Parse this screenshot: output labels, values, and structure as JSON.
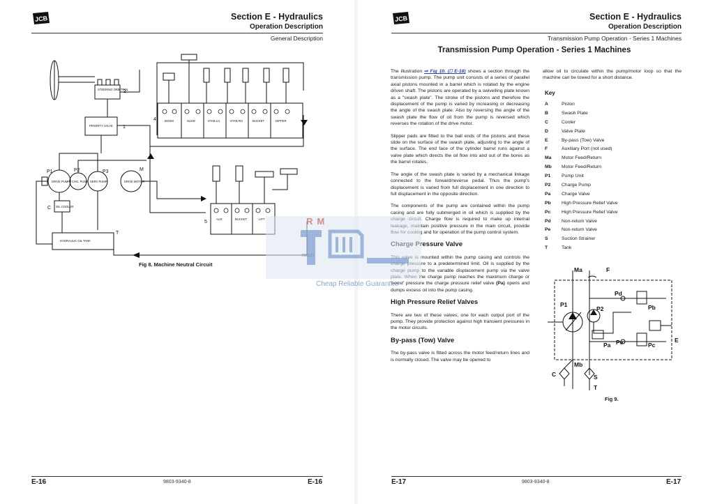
{
  "left_page": {
    "section_title": "Section E - Hydraulics",
    "subtitle": "Operation Description",
    "description": "General Description",
    "footer_page_left": "E-16",
    "footer_code": "9803-9340-8",
    "footer_page_right": "E-16",
    "figure": {
      "caption": "Fig 8. Machine Neutral Circuit",
      "ref": "708121",
      "labels": {
        "steering": "STEERING ORBITROL",
        "priority": "PRIORITY VALVE",
        "tank": "HYDRAULIC OIL TANK",
        "cooler": "OIL COOLER",
        "drive_pump": "DRIVE PUMP",
        "chg_pump": "CHG. PUMP",
        "serv_pump": "SERV PUMP",
        "drive_motor": "DRIVE MOTOR",
        "n1": "1",
        "n2": "2",
        "n4": "4",
        "n5": "5",
        "p1": "P1",
        "p2": "P2",
        "p3": "P3",
        "m": "M",
        "c": "C",
        "t": "T"
      },
      "valve_upper": [
        "BOOM",
        "SLEW",
        "STAB LH",
        "STAB RH",
        "BUCKET",
        "DIPPER"
      ],
      "valve_lower": [
        "AUX",
        "BUCKET",
        "LIFT"
      ]
    }
  },
  "right_page": {
    "section_title": "Section E - Hydraulics",
    "subtitle": "Operation Description",
    "description": "Transmission Pump Operation - Series 1 Machines",
    "page_title": "Transmission Pump Operation - Series 1 Machines",
    "footer_page_left": "E-17",
    "footer_code": "9803-9340-8",
    "footer_page_right": "E-17",
    "para1_a": "The illustration",
    "para1_link": "⇨ Fig 10. (⎕ E-18)",
    "para1_b": "shows a section through the transmission pump. The pump unit consists of a series of parallel axial pistons mounted in a barrel which is rotated by the engine driven shaft. The pistons are operated by a swivelling plate known as a \"swash plate\". The stroke of the pistons and therefore the displacement of the pump is varied by increasing or decreasing the angle of the swash plate. Also by reversing the angle of the swash plate the flow of oil from the pump is reversed which reverses the rotation of the drive motor.",
    "para2": "Slipper pads are fitted to the ball ends of the pistons and these slide on the surface of the swash plate, adjusting to the angle of the surface. The end face of the cylinder barrel runs against a valve plate which directs the oil flow into and out of the bores as the barrel rotates.",
    "para3": "The angle of the swash plate is varied by a mechanical linkage connected to the forward/reverse pedal. Thus the pump's displacement is varied from full displacement in one direction to full displacement in the opposite direction.",
    "para4": "The components of the pump are contained within the pump casing and are fully submerged in oil which is supplied by the charge circuit. Charge flow is required to make up internal leakage, maintain positive pressure in the main circuit, provide flow for cooling and for operation of the pump control system.",
    "heading_charge": "Charge Pressure Valve",
    "para5_a": "This valve is mounted within the pump casing and controls the charge pressure to a predetermined limit. Oil is supplied by the charge pump to the variable displacement pump via the valve plate. When the charge pump reaches the maximum charge or 'boost' pressure the charge pressure relief valve",
    "para5_code": "(Pa)",
    "para5_b": "opens and dumps excess oil into the pump casing.",
    "heading_hp": "High Pressure Relief Valves",
    "para6": "There are two of these valves, one for each output port of the pump. They provide protection against high transient pressures in the motor circuits.",
    "heading_bypass": "By-pass (Tow) Valve",
    "para7": "The by-pass valve is fitted across the motor feed/return lines and is normally closed. The valve may be opened to",
    "para8": "allow oil to circulate within the pump/motor loop so that the machine can be towed for a short distance.",
    "key_title": "Key",
    "key": [
      {
        "code": "A",
        "label": "Piston"
      },
      {
        "code": "B",
        "label": "Swash Plate"
      },
      {
        "code": "C",
        "label": "Cooler"
      },
      {
        "code": "D",
        "label": "Valve Plate"
      },
      {
        "code": "E",
        "label": "By-pass (Tow) Valve"
      },
      {
        "code": "F",
        "label": "Auxiliary Port (not used)"
      },
      {
        "code": "Ma",
        "label": "Motor Feed/Return"
      },
      {
        "code": "Mb",
        "label": "Motor Feed/Return"
      },
      {
        "code": "P1",
        "label": "Pump Unit"
      },
      {
        "code": "P2",
        "label": "Charge Pump"
      },
      {
        "code": "Pa",
        "label": "Charge Valve"
      },
      {
        "code": "Pb",
        "label": "High Pressure Relief Valve"
      },
      {
        "code": "Pc",
        "label": "High Pressure Relief Valve"
      },
      {
        "code": "Pd",
        "label": "Non-return Valve"
      },
      {
        "code": "Pe",
        "label": "Non-return Valve"
      },
      {
        "code": "S",
        "label": "Suction Strainer"
      },
      {
        "code": "T",
        "label": "Tank"
      }
    ],
    "fig9": {
      "caption": "Fig 9.",
      "labels": {
        "ma": "Ma",
        "f": "F",
        "p1": "P1",
        "p2": "P2",
        "pd": "Pd",
        "pb": "Pb",
        "pa": "Pa",
        "pe": "Pe",
        "pc": "Pc",
        "e": "E",
        "mb": "Mb",
        "c": "C",
        "s": "S",
        "t": "T"
      }
    }
  },
  "watermark": {
    "brand": "RM",
    "tagline": "Cheap Reliable Guarantee"
  },
  "colors": {
    "watermark_blue": "#6a8ec9",
    "watermark_red": "#c0392b",
    "link_blue": "#2a3fb0"
  }
}
